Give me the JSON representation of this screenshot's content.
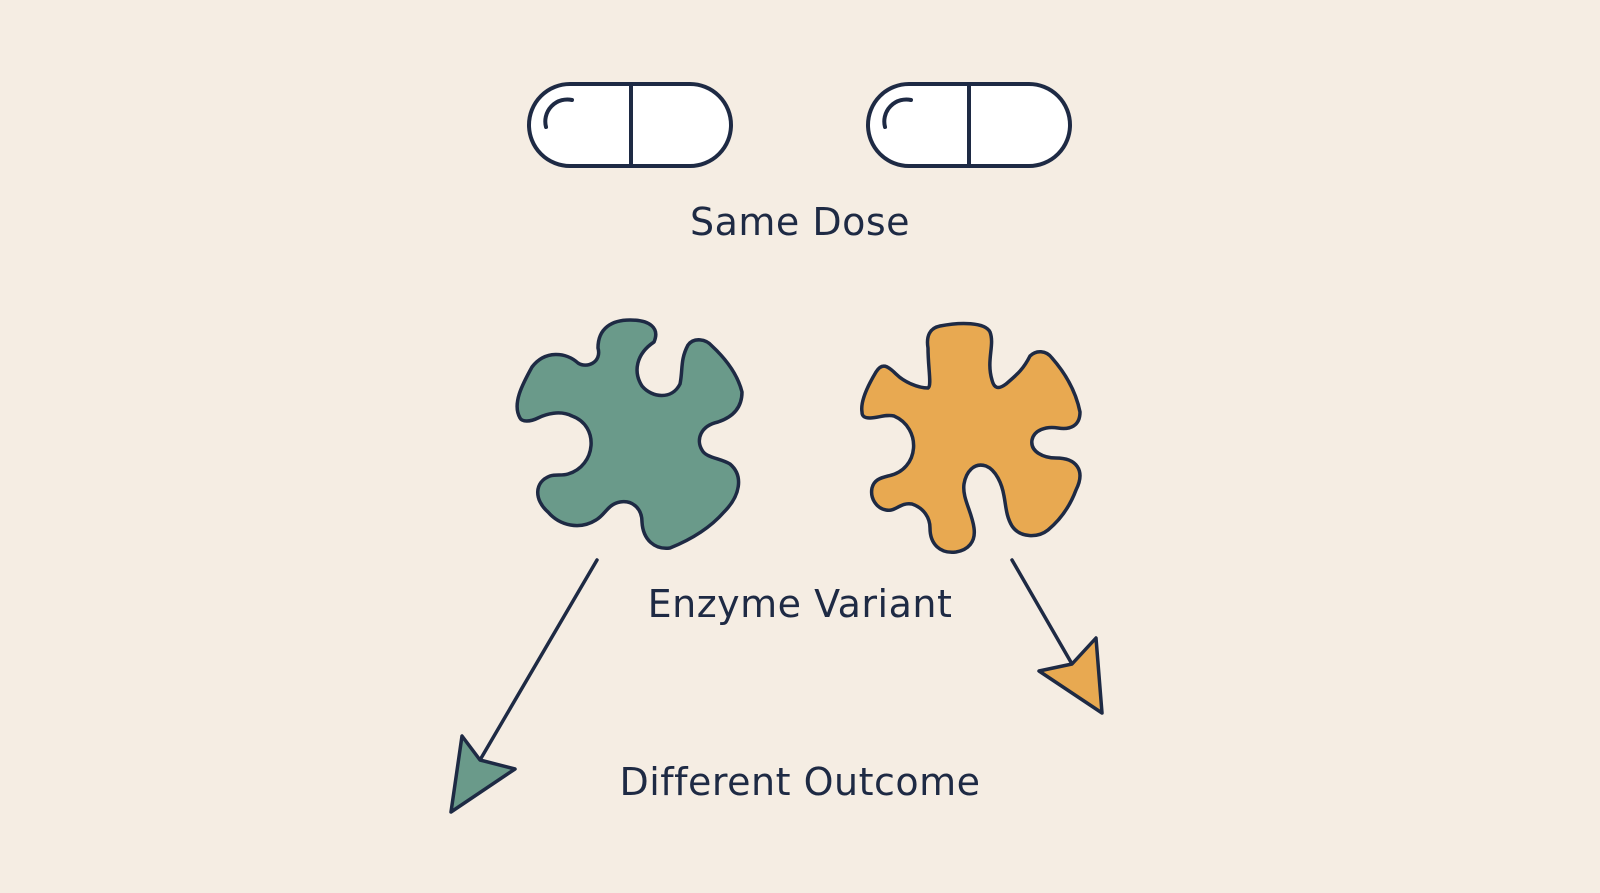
{
  "labels": {
    "dose": "Same Dose",
    "enzyme": "Enzyme Variant",
    "outcome": "Different Outcome"
  },
  "colors": {
    "background": "#f5ede3",
    "outline": "#1e2a44",
    "pill_fill": "#ffffff",
    "enzyme_left": "#6a9a8a",
    "enzyme_right": "#e8a951"
  },
  "icons": {
    "pills": [
      "pill-capsule-icon",
      "pill-capsule-icon"
    ],
    "enzymes": [
      "enzyme-variant-green-icon",
      "enzyme-variant-orange-icon"
    ],
    "arrows": [
      "arrow-down-left-long-icon",
      "arrow-down-right-short-icon"
    ]
  }
}
